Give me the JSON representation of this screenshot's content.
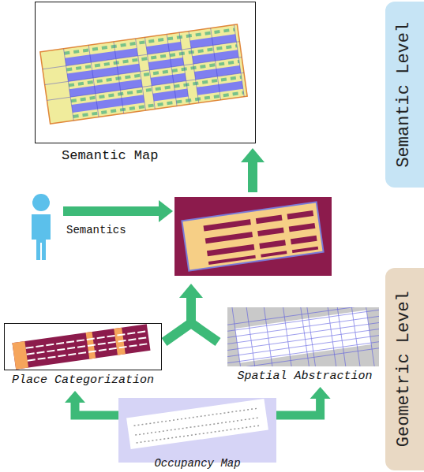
{
  "diagram": {
    "nodes": [
      {
        "text": [
          "Semantic Map"
        ]
      },
      {
        "text": [
          "Semantic Level"
        ]
      },
      {
        "text": [
          "Geometric Level"
        ]
      },
      {
        "text": [
          "Place Categorization"
        ]
      },
      {
        "text": [
          "Spatial Abstraction"
        ]
      },
      {
        "text": [
          "Occupancy Map"
        ]
      }
    ],
    "edges": [
      {
        "from": 5,
        "to": 3,
        "arrow": "to"
      },
      {
        "from": 5,
        "to": 4,
        "arrow": "to"
      }
    ],
    "labels": [
      "Semantics"
    ]
  }
}
